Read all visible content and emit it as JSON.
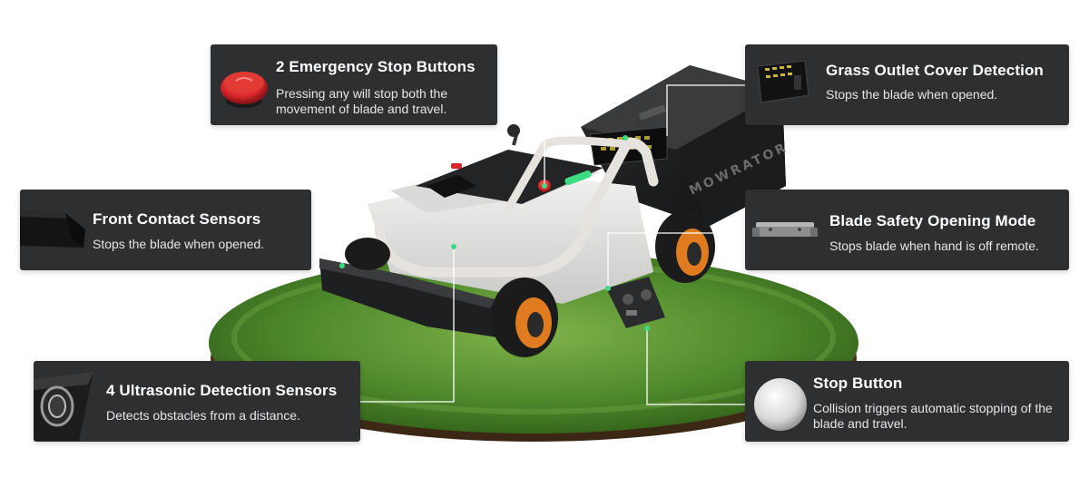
{
  "product": {
    "brand": "MOWRATOR"
  },
  "features": {
    "estop": {
      "title": "2 Emergency Stop Buttons",
      "description": "Pressing any will stop both the movement of blade and travel."
    },
    "outlet": {
      "title": "Grass Outlet Cover Detection",
      "description": "Stops the blade when opened."
    },
    "front": {
      "title": "Front Contact Sensors",
      "description": "Stops the blade when opened."
    },
    "blade": {
      "title": "Blade Safety Opening Mode",
      "description": "Stops blade when hand is off remote."
    },
    "ultra": {
      "title": "4 Ultrasonic Detection Sensors",
      "description": "Detects obstacles from a distance."
    },
    "stop": {
      "title": "Stop Button",
      "description": "Collision triggers automatic stopping of the blade and travel."
    }
  },
  "colors": {
    "card_bg": "#2e2f30",
    "grass": "#4f8a2c",
    "accent_orange": "#e07b1f",
    "estop_red": "#d8262a",
    "indicator_green": "#3ddc84"
  },
  "icons": {
    "estop": "emergency-stop-button-icon",
    "outlet": "outlet-cover-panel-icon",
    "front": "front-bumper-icon",
    "blade": "blade-handle-icon",
    "ultra": "ultrasonic-sensor-icon",
    "stop": "stop-ball-icon"
  }
}
